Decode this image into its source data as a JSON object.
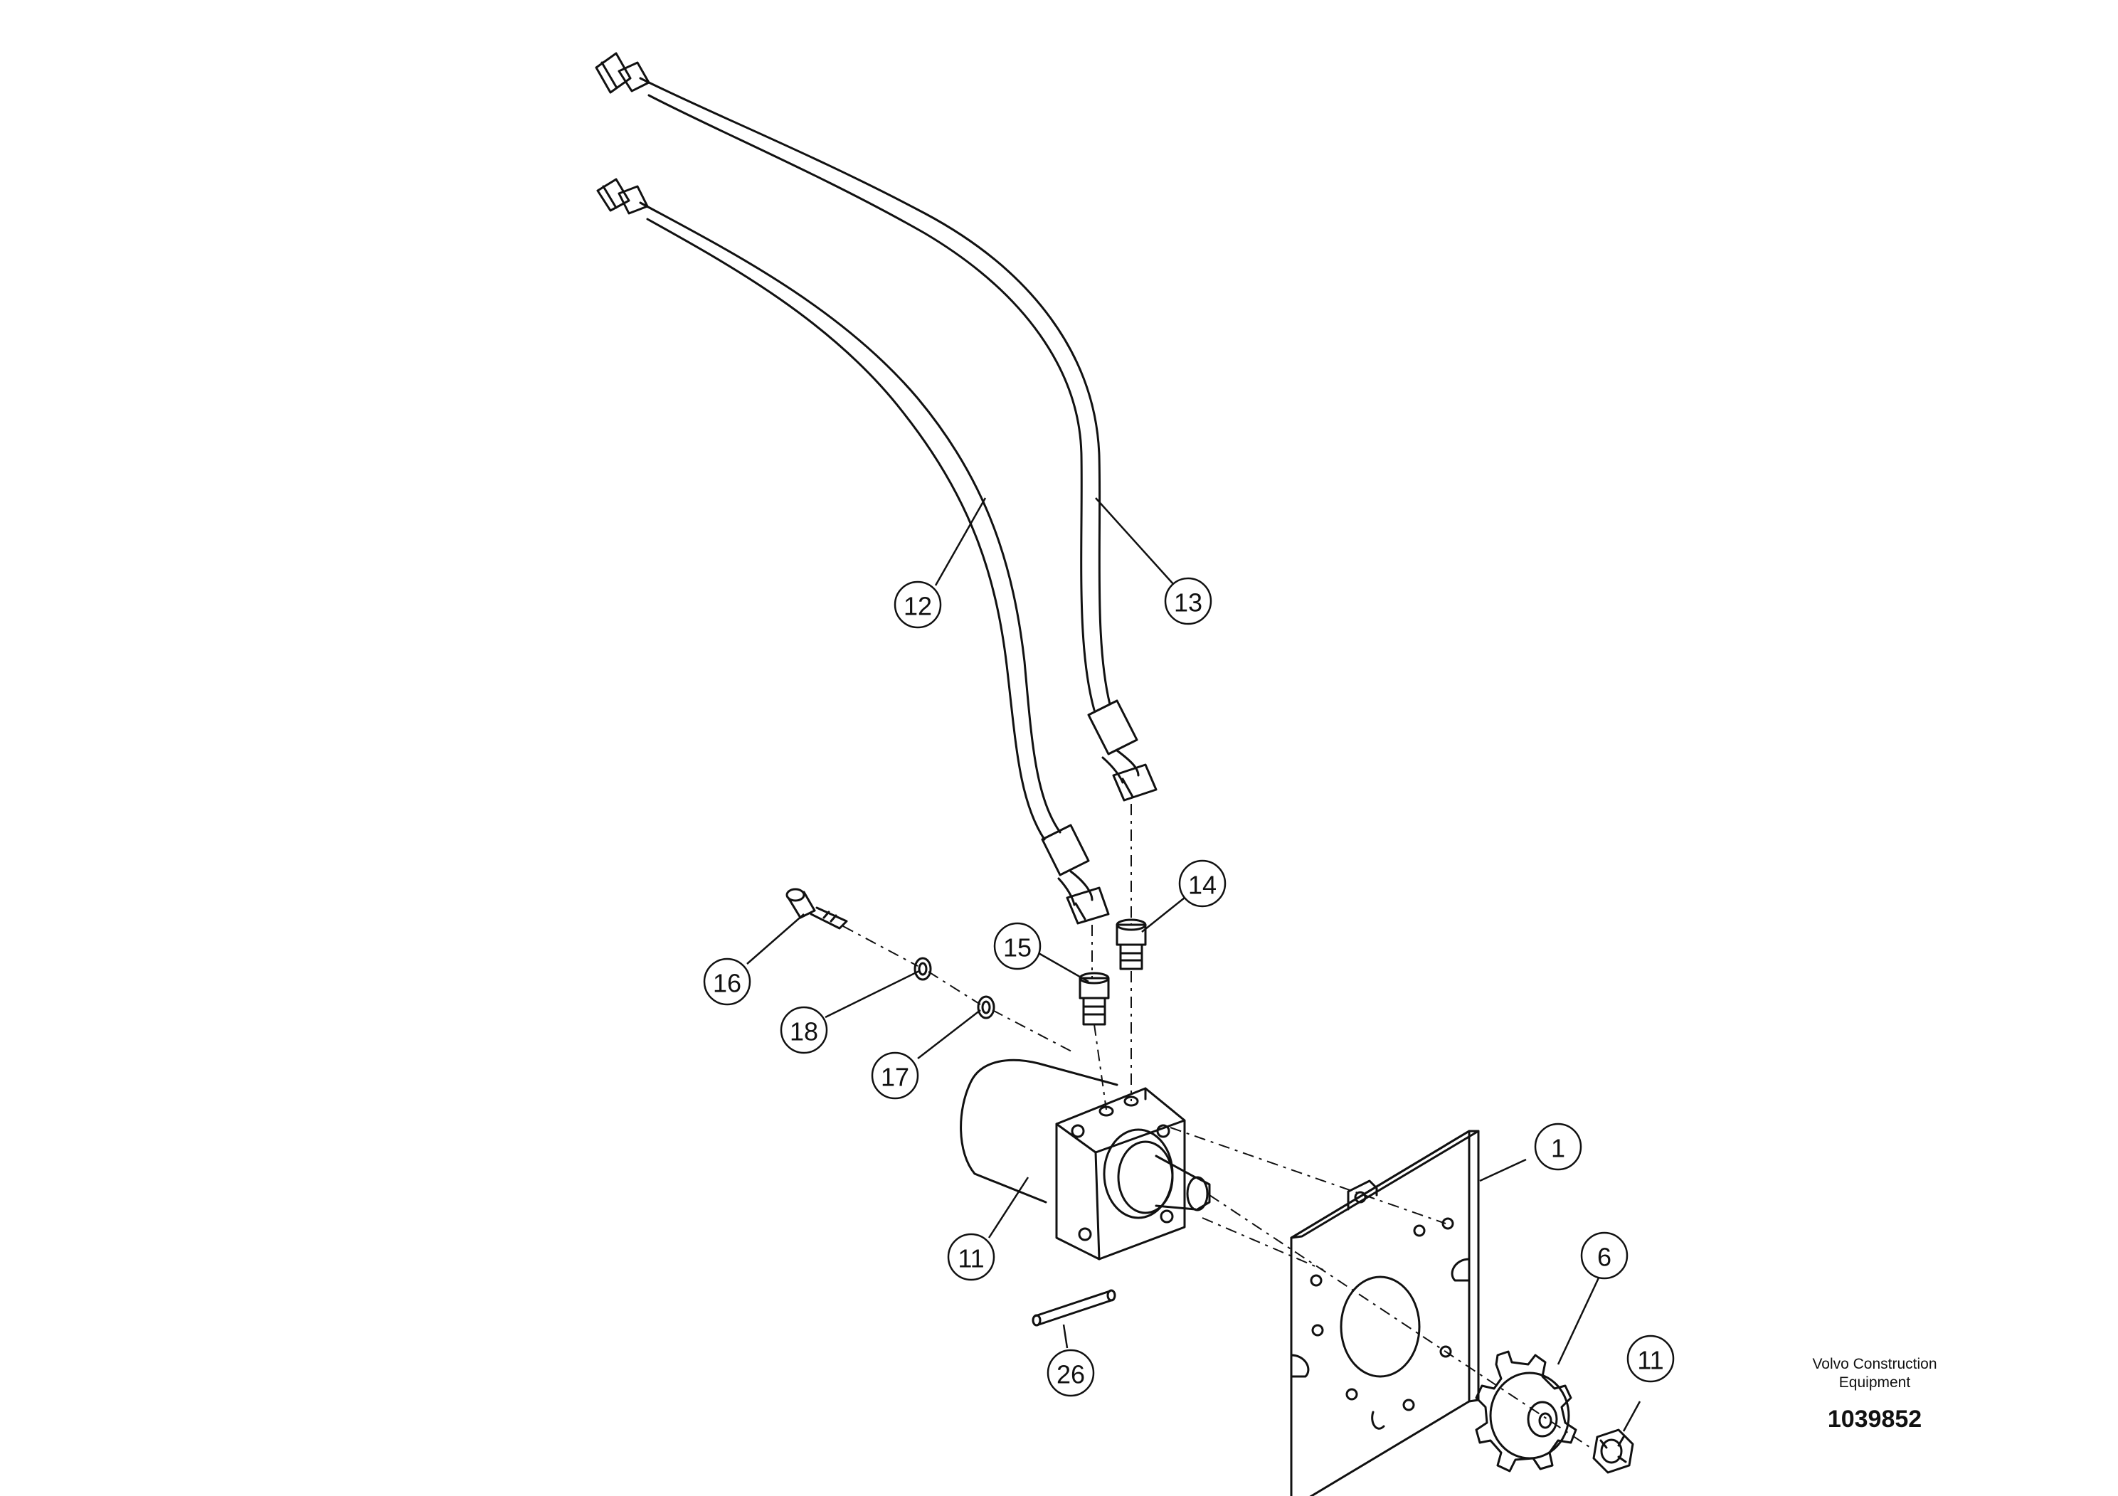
{
  "drawing": {
    "brand_line_1": "Volvo Construction",
    "brand_line_2": "Equipment",
    "document_number": "1039852"
  },
  "callouts": {
    "c12": "12",
    "c13": "13",
    "c14": "14",
    "c15": "15",
    "c16": "16",
    "c18": "18",
    "c17": "17",
    "c1": "1",
    "c11a": "11",
    "c6": "6",
    "c11b": "11",
    "c26": "26"
  },
  "colors": {
    "line": "#111111",
    "background": "#ffffff"
  }
}
